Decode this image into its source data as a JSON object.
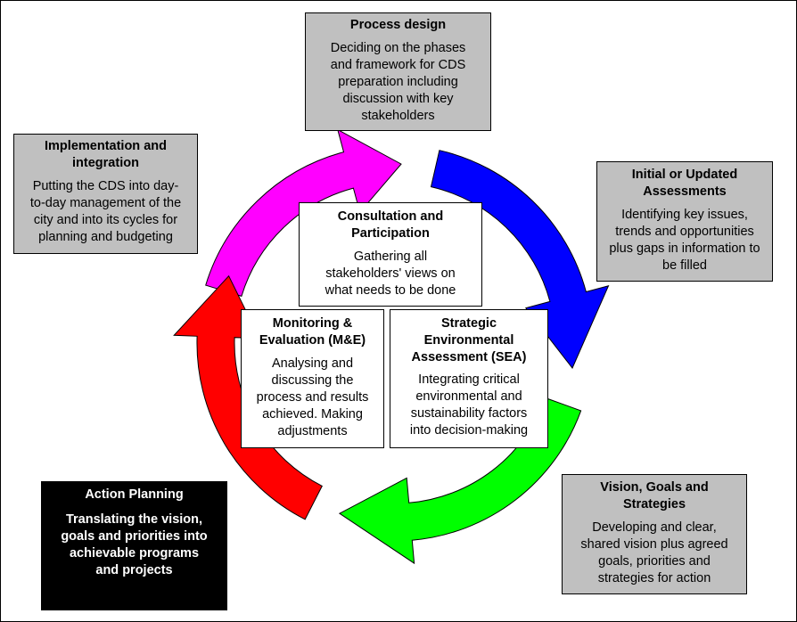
{
  "diagram": {
    "type": "cycle",
    "outer_boxes": [
      {
        "id": "process-design",
        "title": "Process design",
        "description": "Deciding on the phases and framework for CDS preparation including discussion with key stakeholders",
        "lines": [
          "Deciding on the phases",
          "and framework for CDS",
          "preparation including",
          "discussion with key",
          "stakeholders"
        ],
        "style": "gray"
      },
      {
        "id": "initial-assessments",
        "title_lines": [
          "Initial or Updated",
          "Assessments"
        ],
        "lines": [
          "Identifying key issues,",
          "trends and opportunities",
          "plus gaps in information to",
          "be filled"
        ],
        "style": "gray"
      },
      {
        "id": "vision-goals",
        "title_lines": [
          "Vision, Goals and",
          "Strategies"
        ],
        "lines": [
          "Developing and clear,",
          "shared vision plus agreed",
          "goals, priorities and",
          "strategies for action"
        ],
        "style": "gray"
      },
      {
        "id": "action-planning",
        "title_lines": [
          "Action Planning"
        ],
        "lines": [
          "Translating the vision,",
          "goals and priorities into",
          "achievable programs",
          "and projects"
        ],
        "style": "black"
      },
      {
        "id": "implementation",
        "title_lines": [
          "Implementation and",
          "integration"
        ],
        "lines": [
          "Putting the CDS into day-",
          "to-day management of the",
          "city and into its cycles for",
          "planning and budgeting"
        ],
        "style": "gray"
      }
    ],
    "inner_boxes": [
      {
        "id": "consultation",
        "title_lines": [
          "Consultation and",
          "Participation"
        ],
        "lines": [
          "Gathering all",
          "stakeholders' views on",
          "what needs to be done"
        ]
      },
      {
        "id": "monitoring",
        "title_lines": [
          "Monitoring &",
          "Evaluation (M&E)"
        ],
        "lines": [
          "Analysing and",
          "discussing the",
          "process and results",
          "achieved. Making",
          "adjustments"
        ]
      },
      {
        "id": "sea",
        "title_lines": [
          "Strategic",
          "Environmental",
          "Assessment (SEA)"
        ],
        "lines": [
          "Integrating critical",
          "environmental and",
          "sustainability factors",
          "into decision-making"
        ]
      }
    ],
    "arrows": [
      {
        "id": "arrow-blue",
        "from": "process-design",
        "to": "vision-goals",
        "color": "#0000ff"
      },
      {
        "id": "arrow-green",
        "from": "vision-goals",
        "to": "action-planning",
        "color": "#00ff00"
      },
      {
        "id": "arrow-red",
        "from": "action-planning",
        "to": "implementation",
        "color": "#ff0000"
      },
      {
        "id": "arrow-magenta",
        "from": "implementation",
        "to": "process-design",
        "color": "#ff00ff"
      }
    ]
  }
}
